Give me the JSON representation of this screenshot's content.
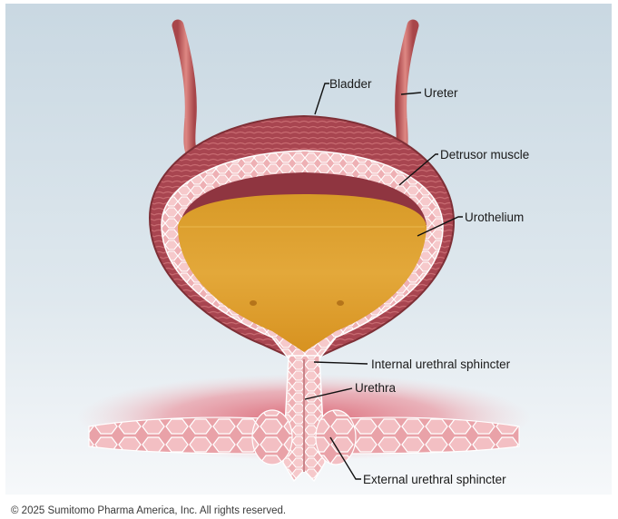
{
  "labels": {
    "bladder": "Bladder",
    "ureter": "Ureter",
    "detrusor": "Detrusor muscle",
    "urothelium": "Urothelium",
    "internal_sphincter": "Internal urethral sphincter",
    "urethra": "Urethra",
    "external_sphincter": "External urethral sphincter"
  },
  "copyright": "© 2025 Sumitomo Pharma America, Inc. All rights reserved.",
  "colors": {
    "background_top": "#cfdde6",
    "background_bottom": "#f3f6f8",
    "outer_muscle": "#b24f55",
    "outer_muscle_dark": "#7e2f36",
    "wall_tissue": "#f0b3b6",
    "urine": "#e0a12c",
    "urine_dark": "#c07a10",
    "ureter": "#c9625f",
    "pelvic_floor": "#e58f98"
  }
}
